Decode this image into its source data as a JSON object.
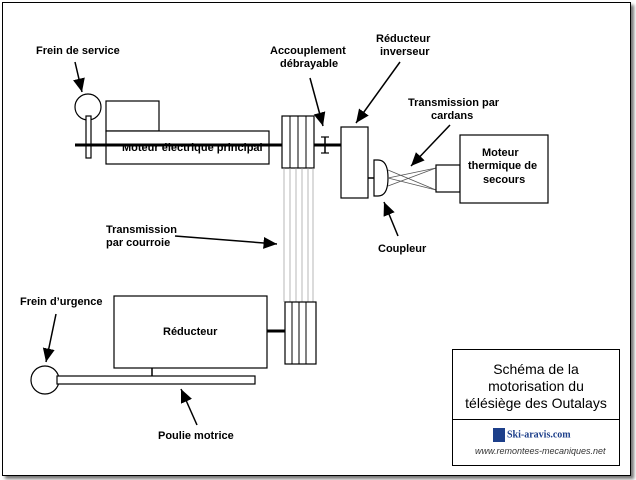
{
  "labels": {
    "frein_service": "Frein de service",
    "accouplement_1": "Accouplement",
    "accouplement_2": "débrayable",
    "reducteur_inv_1": "Réducteur",
    "reducteur_inv_2": "inverseur",
    "transmission_cardans_1": "Transmission par",
    "transmission_cardans_2": "cardans",
    "moteur_principal": "Moteur électrique principal",
    "moteur_secours_1": "Moteur",
    "moteur_secours_2": "thermique de",
    "moteur_secours_3": "secours",
    "transmission_courroie_1": "Transmission",
    "transmission_courroie_2": "par courroie",
    "coupleur": "Coupleur",
    "frein_urgence": "Frein d’urgence",
    "reducteur": "Réducteur",
    "poulie_motrice": "Poulie motrice"
  },
  "caption": {
    "title_1": "Schéma de la",
    "title_2": "motorisation du",
    "title_3": "télésiège des Outalays",
    "logo_text": "Ski-aravis.com",
    "url": "www.remontees-mecaniques.net"
  }
}
